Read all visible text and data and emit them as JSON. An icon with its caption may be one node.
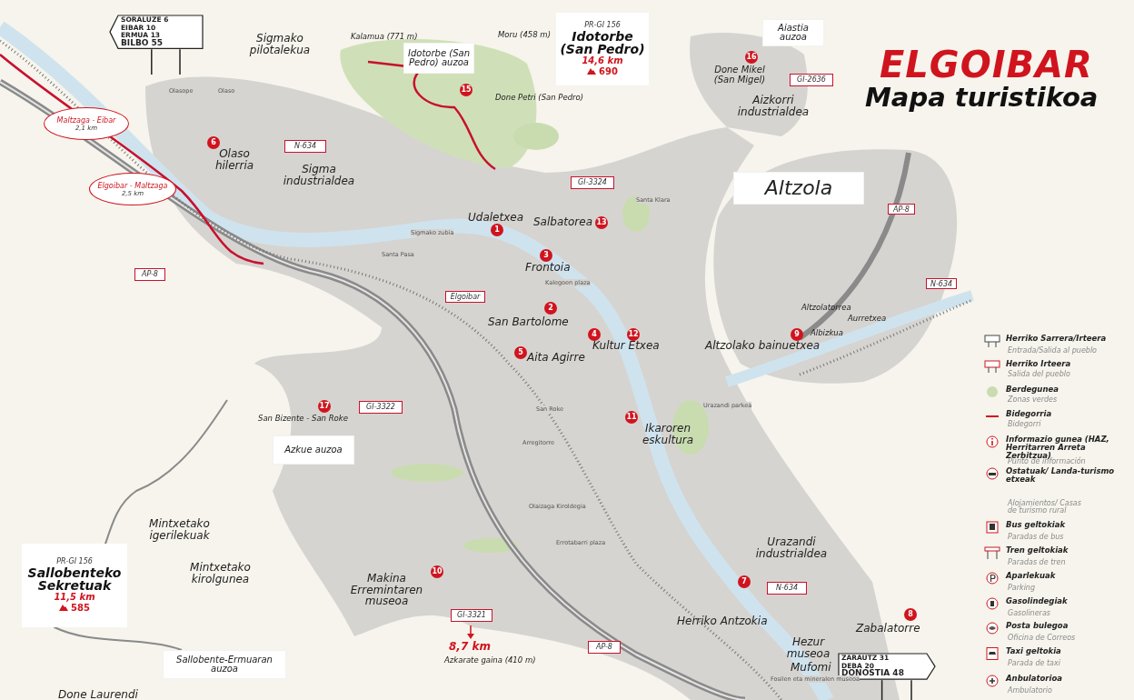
{
  "diagram": {
    "title": "ELGOIBAR",
    "nodes": [
      {
        "text": [
          "SORALUZE 6",
          "EIBAR 10",
          "ERMUA 13",
          "BILBO 55"
        ]
      },
      {
        "text": [
          "Maltzaga - Eibar",
          "2,1 km"
        ]
      },
      {
        "text": [
          "Elgoibar - Maltzaga",
          "2,5 km"
        ]
      },
      {
        "text": [
          "PR-GI 156",
          "Idotorbe (San Pedro)",
          "14,6 km",
          "690"
        ]
      },
      {
        "text": [
          "Idotorbe (San Pedro) auzoa"
        ]
      },
      {
        "text": [
          "Aiastia auzoa"
        ]
      },
      {
        "text": [
          "Altzola"
        ]
      },
      {
        "text": [
          "Azkue auzoa"
        ]
      },
      {
        "text": [
          "PR-GI 156",
          "Sallobenteko Sekretuak",
          "11,5 km",
          "585"
        ]
      },
      {
        "text": [
          "Sallobente-Ermuaran auzoa"
        ]
      },
      {
        "text": [
          "ZARAUTZ 31",
          "DEBA 20",
          "DONOSTIA 48"
        ]
      },
      {
        "text": [
          "N-634"
        ]
      },
      {
        "text": [
          "GI-3324"
        ]
      },
      {
        "text": [
          "GI-2636"
        ]
      },
      {
        "text": [
          "AP-8"
        ]
      },
      {
        "text": [
          "Elgoibar"
        ]
      },
      {
        "text": [
          "GI-3322"
        ]
      },
      {
        "text": [
          "AP-8"
        ]
      },
      {
        "text": [
          "N-634"
        ]
      },
      {
        "text": [
          "GI-3321"
        ]
      },
      {
        "text": [
          "AP-8"
        ]
      },
      {
        "text": [
          "N-634"
        ]
      }
    ],
    "labels": [
      "Mapa turistikoa",
      "Sigmako pilotalekua",
      "Kalamua (771 m)",
      "Moru (458 m)",
      "15",
      "Done Petri (San Pedro)",
      "16",
      "Done Mikel (San Migel)",
      "Aizkorri industrialdea",
      "Olasope",
      "Olaso",
      "6",
      "Olaso hilerria",
      "Sigma industrialdea",
      "Sigmako zubia",
      "Udaletxea",
      "1",
      "Salbatorea",
      "13",
      "Santa Klara",
      "Santa Pasa",
      "3",
      "Frontoia",
      "Kalegoen plaza",
      "2",
      "San Bartolome",
      "4",
      "12",
      "Kultur Etxea",
      "5",
      "Aita Agirre",
      "Altzolatorrea",
      "Aurretxea",
      "9",
      "Albizkua",
      "Altzolako bainuetxea",
      "17",
      "San Bizente - San Roke",
      "San Roke",
      "Arregitorre",
      "Urazandi parkea",
      "11",
      "Ikaroren eskultura",
      "Mintxetako igerilekuak",
      "Olaizaga Kiroldegia",
      "Mintxetako kirolgunea",
      "Errotabarri plaza",
      "Urazandi industrialdea",
      "10",
      "Makina Erremintaren museoa",
      "7",
      "Herriko Antzokia",
      "8",
      "Zabalatorre",
      "8,7 km",
      "Azkarate gaina (410 m)",
      "Hezur museoa",
      "Mufomi",
      "Fosilen eta mineralen museoa",
      "Done Laurendi",
      "Entrada/Salida al pueblo",
      "Salida del pueblo",
      "Zonas verdes",
      "Bidegorri",
      "Punto de información",
      "Alojamientos/ Casas de turismo rural",
      "Paradas de bus",
      "Paradas de tren",
      "Parking",
      "Gasolineras",
      "Oficina de Correos",
      "Parada de taxi",
      "Ambulatorio"
    ],
    "legend": [
      {
        "text": "Herriko Sarrera/Irteera"
      },
      {
        "text": "Herriko Irteera"
      },
      {
        "text": "Berdegunea",
        "color": "#c9dcb0"
      },
      {
        "text": "Bidegorria"
      },
      {
        "text": "Informazio gunea (HAZ, Herritarren Arreta Zerbitzua)"
      },
      {
        "text": "Ostatuak/ Landa-turismo etxeak"
      },
      {
        "text": "Bus geltokiak"
      },
      {
        "text": "Tren geltokiak"
      },
      {
        "text": "Aparlekuak"
      },
      {
        "text": "Gasolindegiak"
      },
      {
        "text": "Posta bulegoa"
      },
      {
        "text": "Taxi geltokia"
      },
      {
        "text": "Anbulatorioa"
      }
    ]
  }
}
